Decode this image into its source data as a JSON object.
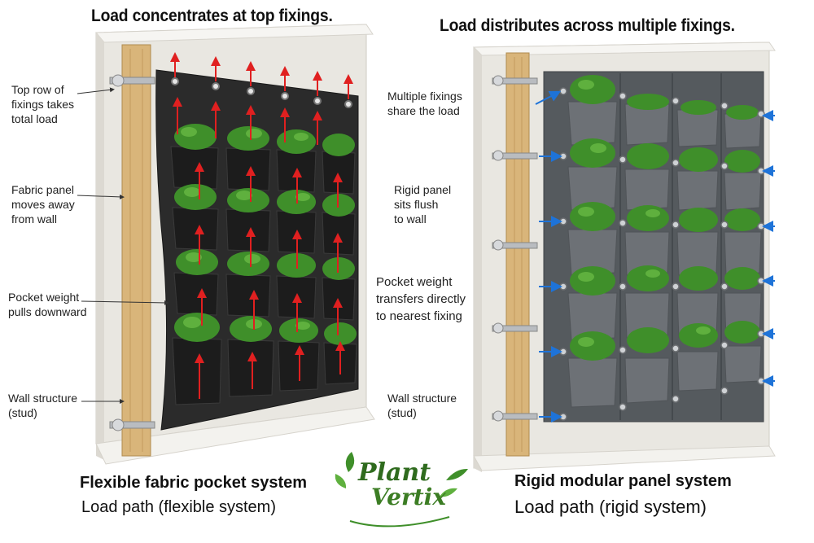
{
  "left": {
    "heading": "Load concentrates at top fixings.",
    "annotations": {
      "top_row": [
        "Top row of",
        "fixings takes",
        "total load"
      ],
      "fabric": [
        "Fabric panel",
        "moves away",
        "from wall"
      ],
      "pocket": [
        "Pocket weight",
        "pulls downward"
      ],
      "wall": [
        "Wall structure",
        "(stud)"
      ]
    },
    "caption_title": "Flexible fabric pocket system",
    "caption_sub": "Load path (flexible system)"
  },
  "right": {
    "heading": "Load distributes across multiple fixings.",
    "annotations": {
      "multiple": [
        "Multiple fixings",
        "share the load"
      ],
      "rigid": [
        "Rigid panel",
        "sits flush",
        "to wall"
      ],
      "transfer": [
        "Pocket weight",
        "transfers directly",
        "to nearest fixing"
      ],
      "wall": [
        "Wall structure",
        "(stud)"
      ]
    },
    "caption_title": "Rigid modular panel system",
    "caption_sub": "Load path (rigid system)"
  },
  "logo": {
    "line1": "Plant",
    "line2": "Vertix"
  },
  "colors": {
    "load_arrow": "#e02020",
    "fixing_arrow": "#1e73d8",
    "fabric": "#2b2b2b",
    "panel": "#555a5e",
    "pocket": "#6d7176",
    "stud": "#d9b57a",
    "wall": "#eeece6",
    "plant": "#3f8f2a",
    "logo": "#2f6b1e"
  }
}
